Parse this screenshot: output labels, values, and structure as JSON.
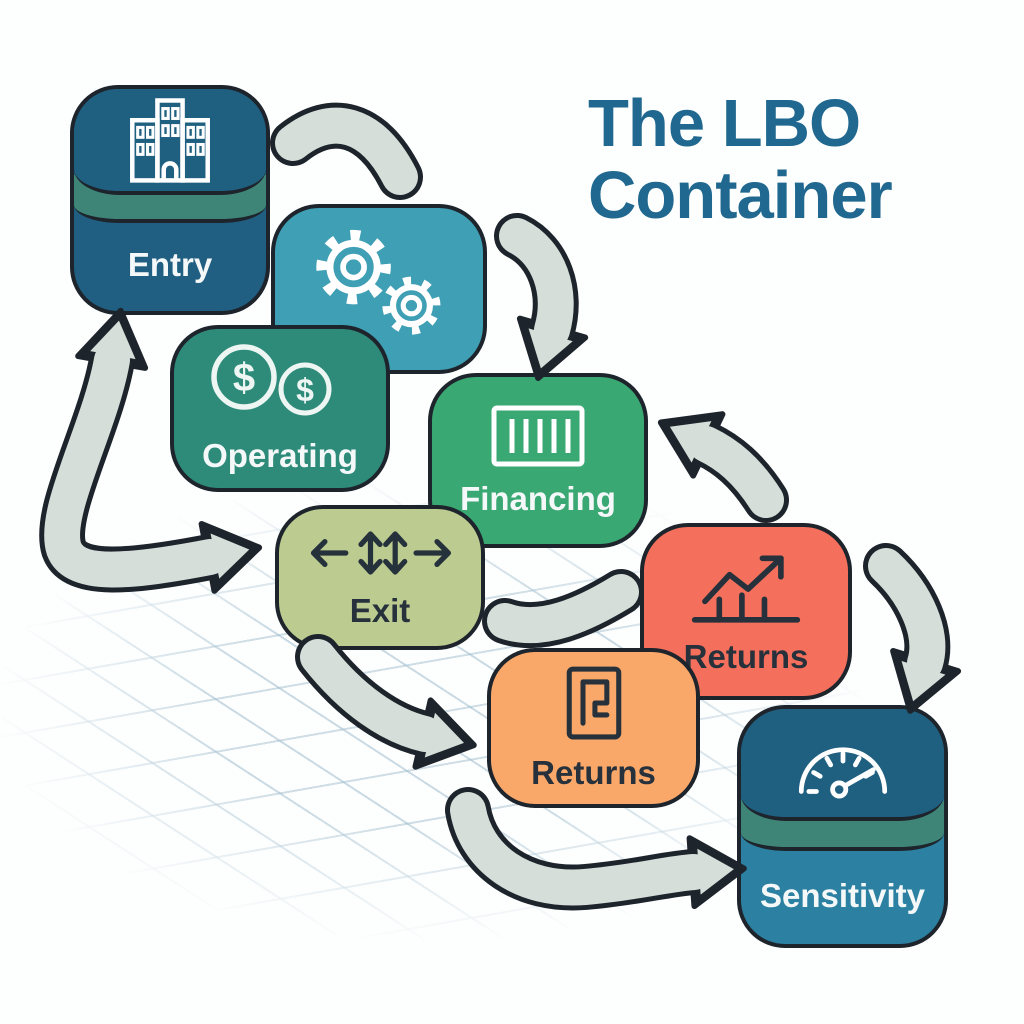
{
  "title": {
    "line1": "The LBO",
    "line2": "Container"
  },
  "boxes": [
    {
      "id": "entry",
      "label": "Entry",
      "icon": "building-icon",
      "lid_color": "#1f5f80",
      "stripe_color": "#3f8577",
      "body_color": "#205f81"
    },
    {
      "id": "process",
      "label": "",
      "icon": "gears-icon",
      "color": "#3f9fb4"
    },
    {
      "id": "operating",
      "label": "Operating",
      "icon": "dollar-coins-icon",
      "color": "#2e8b7a"
    },
    {
      "id": "financing",
      "label": "Financing",
      "icon": "barcode-icon",
      "color": "#3aa873"
    },
    {
      "id": "exit",
      "label": "Exit",
      "icon": "spread-arrows-icon",
      "color": "#bccb90"
    },
    {
      "id": "returns-growth",
      "label": "Returns",
      "icon": "growth-chart-icon",
      "color": "#f4705c"
    },
    {
      "id": "returns-door",
      "label": "Returns",
      "icon": "door-icon",
      "color": "#f9a869"
    },
    {
      "id": "sensitivity",
      "label": "Sensitivity",
      "icon": "gauge-icon",
      "lid_color": "#1f5f80",
      "stripe_color": "#3f8577",
      "body_color": "#2c80a1"
    }
  ],
  "icons": {
    "dollar_glyph_large": "$",
    "dollar_glyph_small": "$"
  },
  "colors": {
    "background": "#fdfefe",
    "title_text": "#20688f",
    "outline": "#1e242c",
    "arrow_fill": "#d6ded9",
    "grid_line": "#8cb0c4",
    "label_light": "#f4f8f8",
    "label_dark": "#27313c"
  }
}
